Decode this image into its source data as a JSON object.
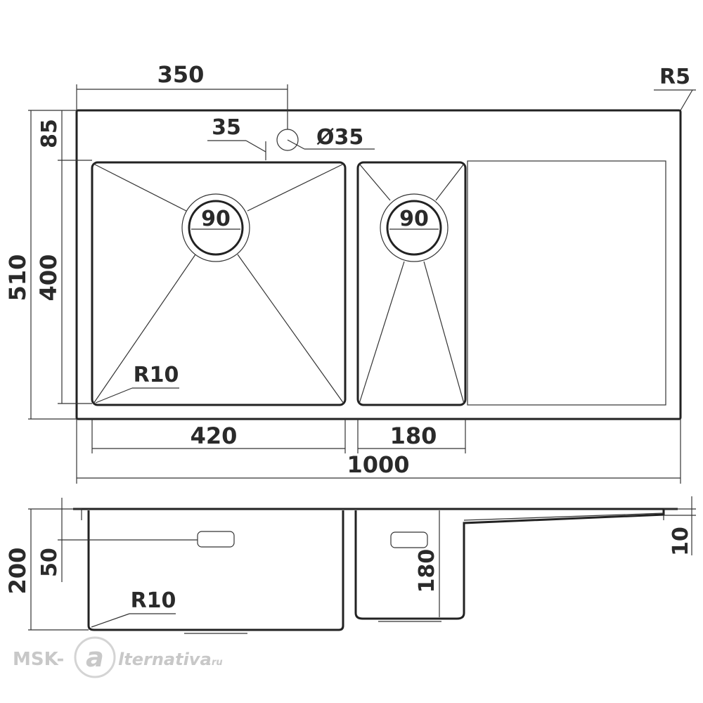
{
  "plan_view": {
    "labels": {
      "top_width": "350",
      "corner_radius": "R5",
      "tap_offset": "35",
      "tap_hole": "Ø35",
      "left_margin_depth": "85",
      "total_depth": "510",
      "bowl_depth": "400",
      "left_drain": "90",
      "right_drain": "90",
      "bowl_radius": "R10",
      "left_bowl_width": "420",
      "right_bowl_width": "180",
      "total_width": "1000"
    }
  },
  "section_view": {
    "labels": {
      "total_height": "200",
      "overflow_offset": "50",
      "bowl_radius": "R10",
      "small_bowl_height": "180",
      "drainboard_thickness": "10"
    }
  },
  "watermark": {
    "left": "MSK-",
    "mark": "a",
    "right": "lternativa",
    "suffix": ".ru"
  }
}
